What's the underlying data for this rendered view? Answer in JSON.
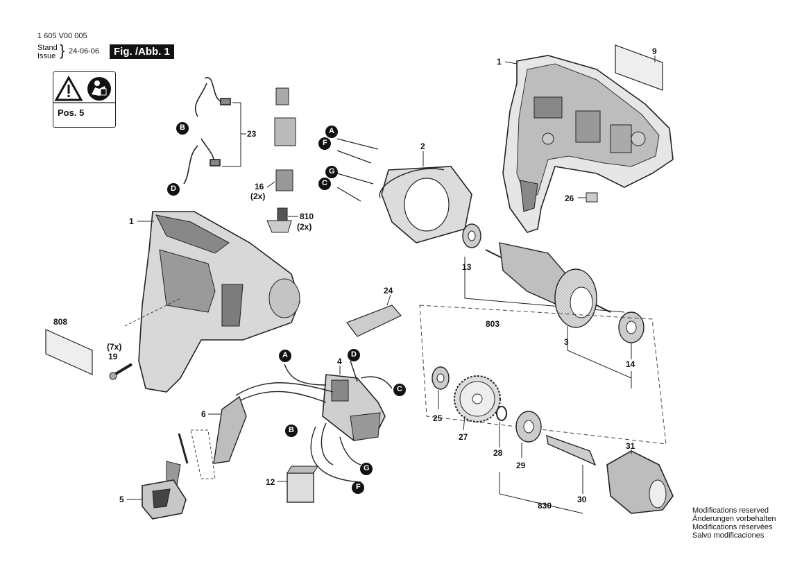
{
  "header": {
    "doc_number": "1 605 V00 005",
    "stand_label": "Stand",
    "issue_label": "Issue",
    "date": "24-06-06",
    "figure_label": "Fig. /Abb. 1"
  },
  "warning": {
    "pos_label": "Pos. 5",
    "icons": [
      "warning-triangle-icon",
      "read-manual-icon"
    ]
  },
  "callouts": {
    "c1a": "1",
    "c1b": "1",
    "c2": "2",
    "c3": "3",
    "c4": "4",
    "c5": "5",
    "c6": "6",
    "c9": "9",
    "c12": "12",
    "c13": "13",
    "c14": "14",
    "c16": "16",
    "c16q": "(2x)",
    "c19": "19",
    "c19q": "(7x)",
    "c23": "23",
    "c24": "24",
    "c25": "25",
    "c26": "26",
    "c27": "27",
    "c28": "28",
    "c29": "29",
    "c30": "30",
    "c31": "31",
    "c803": "803",
    "c808": "808",
    "c810": "810",
    "c810q": "(2x)",
    "c830": "830"
  },
  "connectors": {
    "A": "A",
    "B": "B",
    "C": "C",
    "D": "D",
    "F": "F",
    "G": "G"
  },
  "notes": [
    "Modifications reserved",
    "Änderungen vorbehalten",
    "Modifications réservées",
    "Salvo modificaciones"
  ]
}
